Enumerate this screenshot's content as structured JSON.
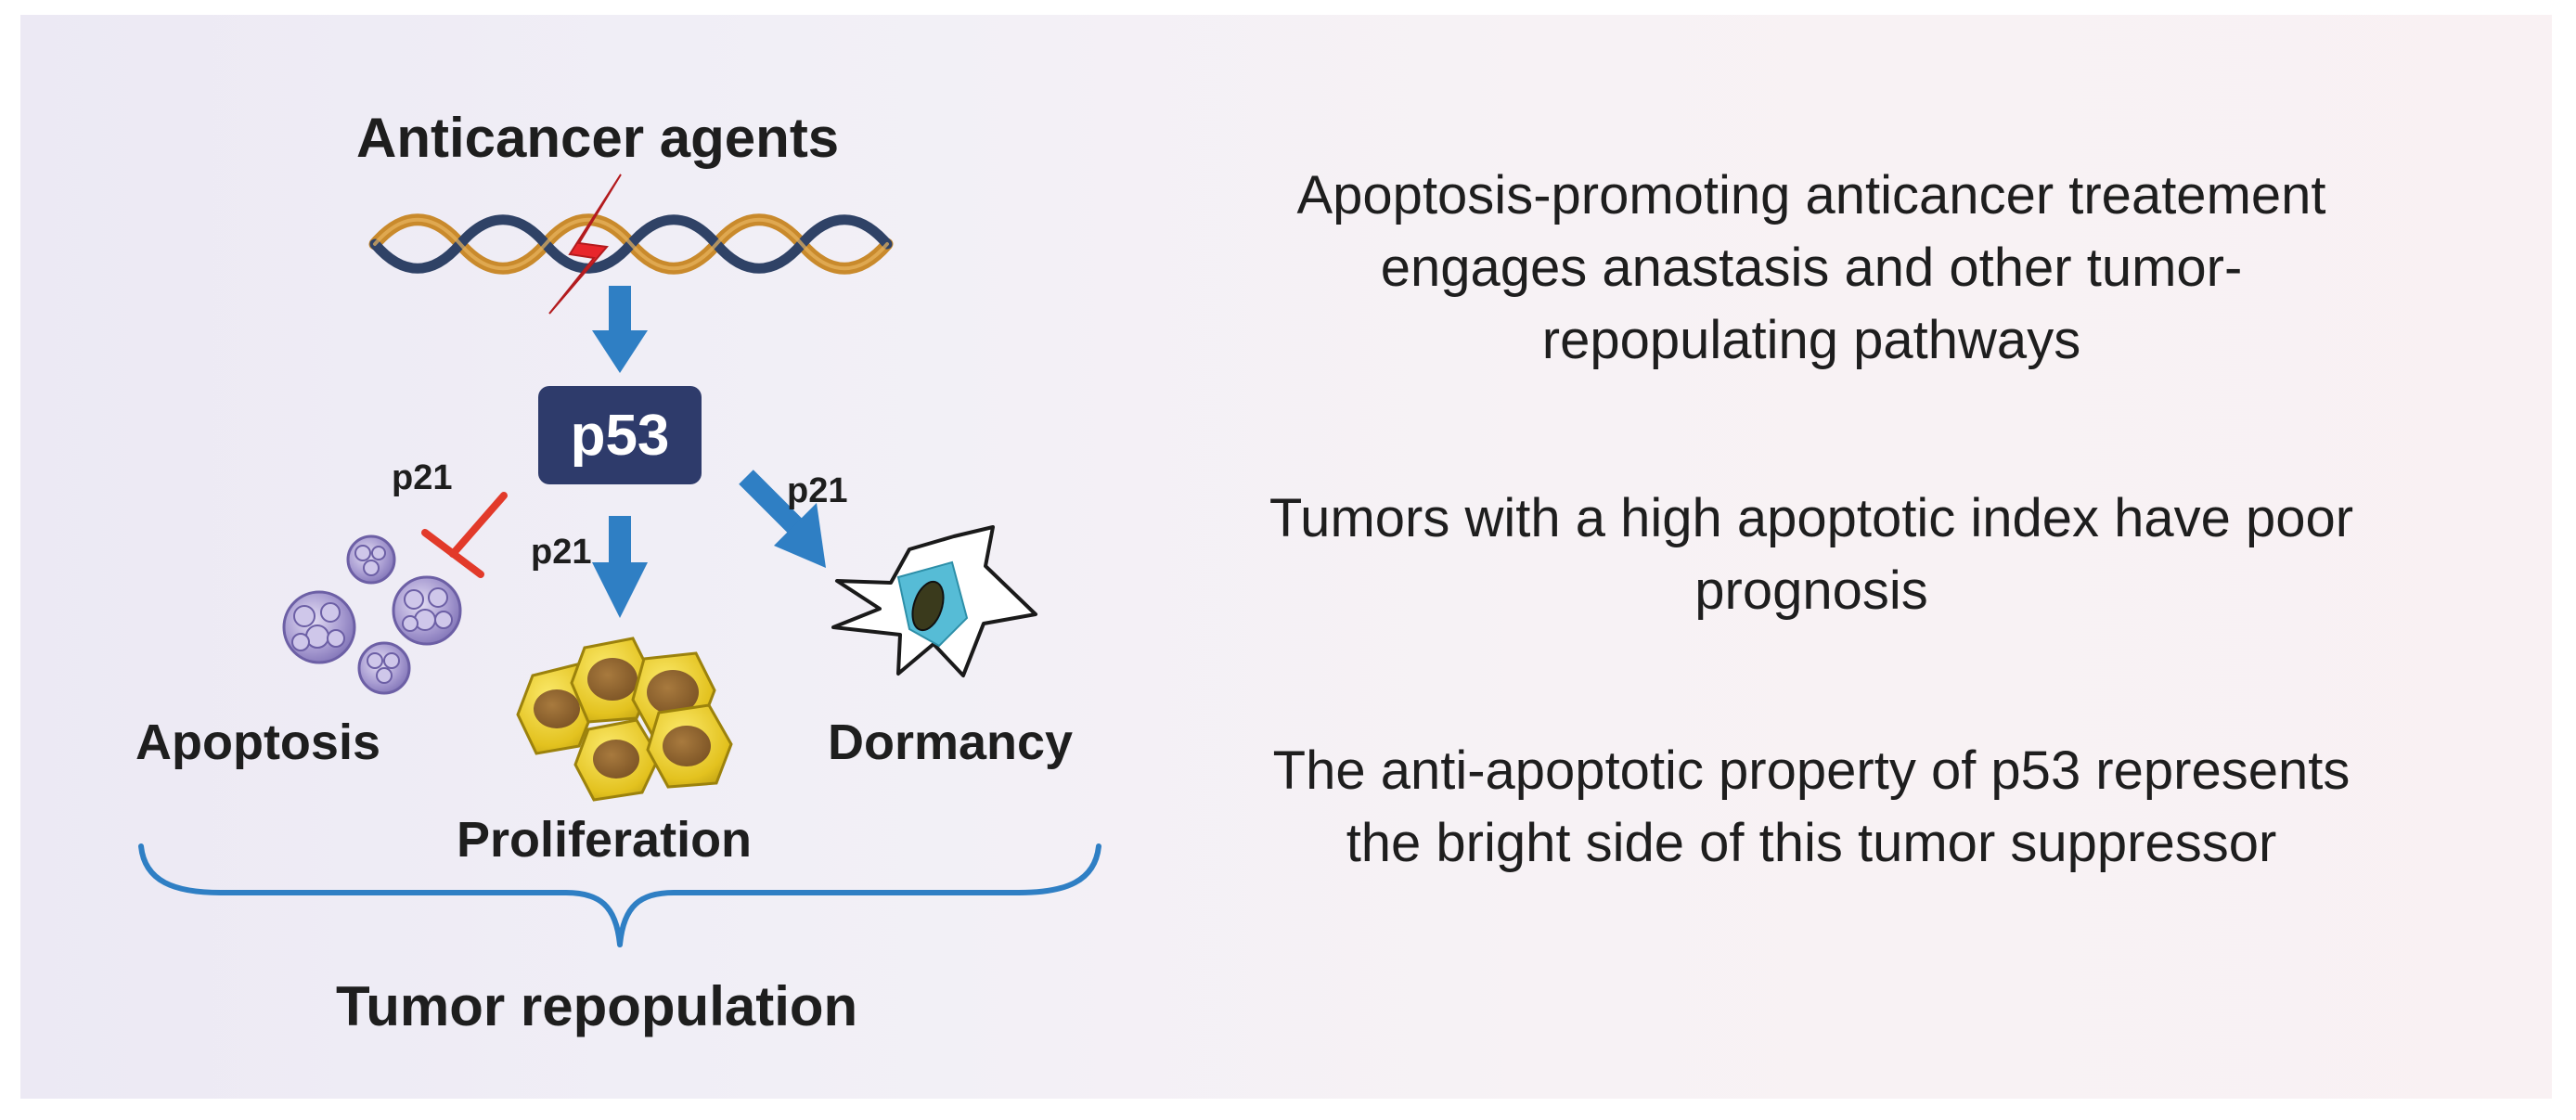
{
  "diagram": {
    "top_label": "Anticancer agents",
    "hub_label": "p53",
    "mediator_left": "p21",
    "mediator_center": "p21",
    "mediator_right": "p21",
    "outcome_left": "Apoptosis",
    "outcome_center": "Proliferation",
    "outcome_right": "Dormancy",
    "group_label": "Tumor repopulation"
  },
  "statements": [
    "Apoptosis-promoting anticancer treatement engages anastasis and other tumor-repopulating pathways",
    "Tumors with a high apoptotic index have poor prognosis",
    "The anti-apoptotic property of p53 represents the bright side of this tumor suppressor"
  ],
  "colors": {
    "arrow": "#2f7fc4",
    "inhibit": "#e23a2a",
    "hub": "#2e3b6b",
    "lightning": "#e8262b",
    "apoptotic_cell": "#9f93cc",
    "proliferating_cell": "#e6c92c",
    "dormant_cell": "#56bcd6",
    "brace": "#2f7fc4"
  }
}
